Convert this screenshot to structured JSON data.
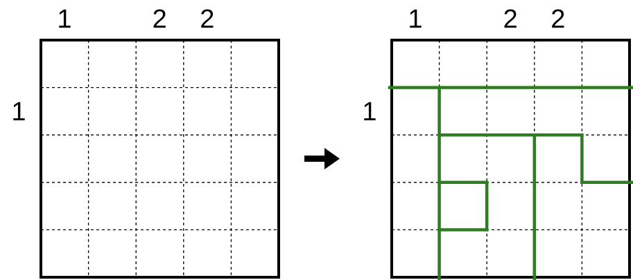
{
  "puzzle": {
    "grid_size": 5,
    "column_clues": [
      "1",
      "",
      "2",
      "2",
      ""
    ],
    "row_clues": [
      "",
      "1",
      "",
      "",
      ""
    ]
  },
  "transition_icon": "right-arrow-icon",
  "solution": {
    "line_color": "#2e7d22",
    "segments": [
      [
        [
          0,
          1
        ],
        [
          5,
          1
        ]
      ],
      [
        [
          1,
          1
        ],
        [
          1,
          2
        ]
      ],
      [
        [
          1,
          2
        ],
        [
          1,
          3
        ]
      ],
      [
        [
          1,
          3
        ],
        [
          1,
          4
        ]
      ],
      [
        [
          1,
          4
        ],
        [
          1,
          5
        ]
      ],
      [
        [
          1,
          2
        ],
        [
          2,
          2
        ]
      ],
      [
        [
          2,
          2
        ],
        [
          3,
          2
        ]
      ],
      [
        [
          3,
          2
        ],
        [
          4,
          2
        ]
      ],
      [
        [
          4,
          2
        ],
        [
          4,
          3
        ]
      ],
      [
        [
          4,
          3
        ],
        [
          5,
          3
        ]
      ],
      [
        [
          3,
          2
        ],
        [
          3,
          3
        ]
      ],
      [
        [
          3,
          3
        ],
        [
          3,
          4
        ]
      ],
      [
        [
          3,
          4
        ],
        [
          3,
          5
        ]
      ],
      [
        [
          1,
          3
        ],
        [
          2,
          3
        ]
      ],
      [
        [
          2,
          3
        ],
        [
          2,
          4
        ]
      ],
      [
        [
          1,
          4
        ],
        [
          2,
          4
        ]
      ]
    ]
  }
}
